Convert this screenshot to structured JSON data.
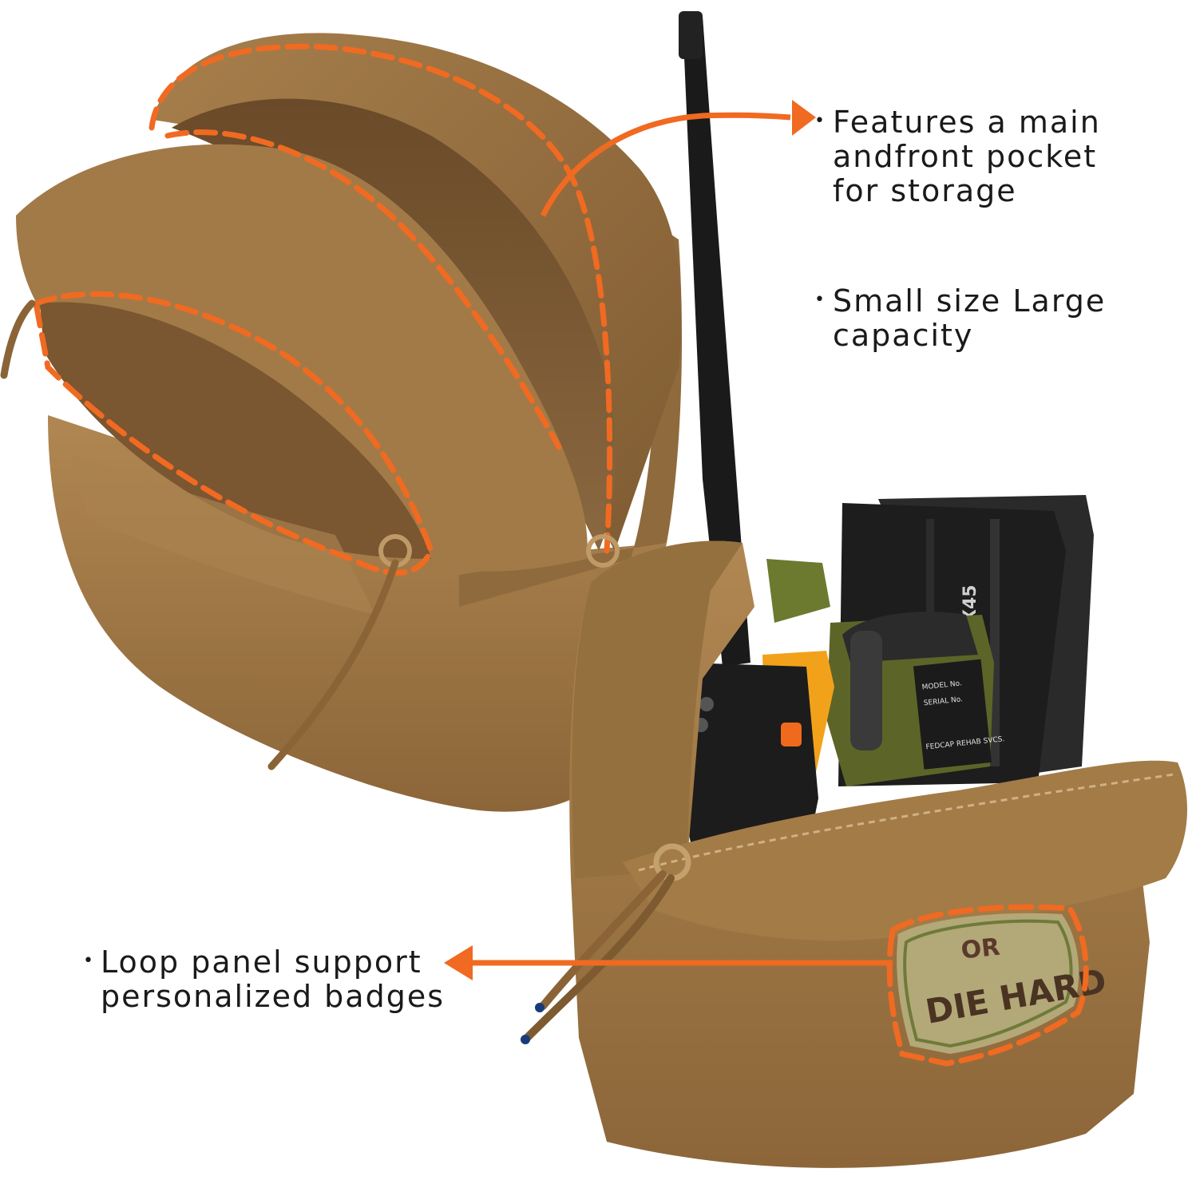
{
  "callouts": {
    "main_pocket": {
      "bullet": "•",
      "lines": [
        "Features a main",
        "andfront pocket",
        "for storage"
      ]
    },
    "capacity": {
      "bullet": "•",
      "lines": [
        "Small size Large",
        "capacity"
      ]
    },
    "loop_panel": {
      "bullet": "•",
      "lines": [
        "Loop panel support",
        "personalized badges"
      ]
    }
  },
  "patch": {
    "line1": "OR",
    "line2": "DIE HARD"
  },
  "magazine_marking": "X45",
  "label_texts": [
    "MODEL No.",
    "SERIAL No.",
    "FEDCAP REHAB SVCS."
  ],
  "colors": {
    "accent": "#f06a22",
    "pouch_tan": "#9c7446",
    "pouch_dark": "#6f4f2b",
    "pouch_light": "#b58d5b",
    "text": "#1a1a1a",
    "radio_black": "#1c1c1c",
    "olive": "#6b6b2c"
  }
}
